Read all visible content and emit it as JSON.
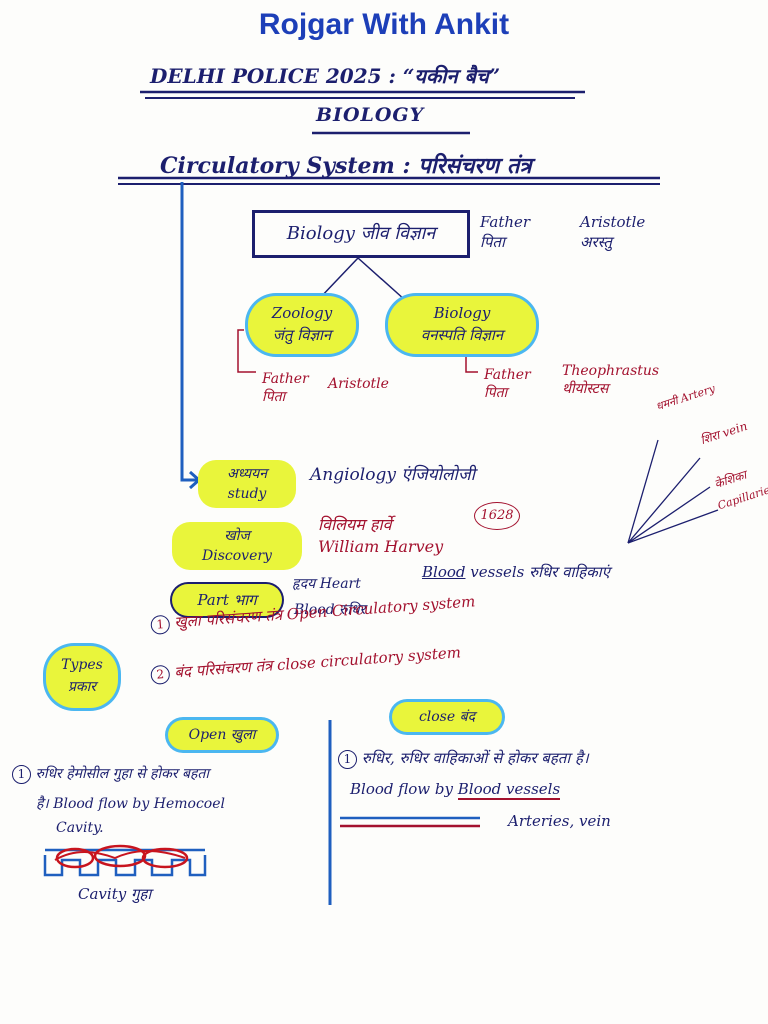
{
  "brand": "Rojgar With Ankit",
  "header": {
    "batch_title": "DELHI POLICE 2025 : “यकीन बैच”",
    "subject": "BIOLOGY",
    "topic": "Circulatory System : परिसंचरण तंत्र"
  },
  "tree": {
    "root": "Biology जीव विज्ञान",
    "root_father": "Father\nपिता",
    "root_father_name": "Aristotle\nअरस्तु",
    "zoology": "Zoology\nजंतु विज्ञान",
    "botany": "Biology\nवनस्पति विज्ञान",
    "zoology_father": "Father\nपिता",
    "zoology_father_name": "Aristotle",
    "botany_father": "Father\nपिता",
    "botany_father_name": "Theophrastus\nथीयोस्टस"
  },
  "study": {
    "label": "अध्ययन\nstudy",
    "value": "Angiology एंजियोलोजी"
  },
  "discovery": {
    "label": "खोज\nDiscovery",
    "value": "विलियम हार्वे\nWilliam Harvey",
    "year": "1628"
  },
  "part": {
    "label": "Part भाग",
    "heart": "हृदय Heart",
    "blood": "Blood रुधिर",
    "vessels_underlined": "Blood",
    "vessels_rest": "vessels रुधिर वाहिकाएं",
    "branches": [
      "धमनी Artery",
      "शिरा vein",
      "केशिका",
      "Capillaries"
    ]
  },
  "types": {
    "label": "Types\nप्रकार",
    "items": [
      {
        "num": "1",
        "text": "खुला परिसंचरण तंत्र Open Circulatory system"
      },
      {
        "num": "2",
        "text": "बंद परिसंचरण तंत्र close circulatory system"
      }
    ]
  },
  "open": {
    "heading": "Open खुला",
    "num": "1",
    "line1": "रुधिर हेमोसील गुहा से होकर बहता",
    "line2": "है। Blood flow by Hemocoel",
    "line3": "Cavity.",
    "caption": "Cavity गुहा"
  },
  "close": {
    "heading": "close बंद",
    "num": "1",
    "line1": "रुधिर, रुधिर वाहिकाओं से होकर बहता है।",
    "line2_plain": "Blood flow by",
    "line2_underlined": "Blood vessels",
    "line3": "Arteries, vein"
  },
  "colors": {
    "brand": "#1d3fb8",
    "ink_navy": "#1c1f6e",
    "ink_maroon": "#a3112e",
    "ink_blue": "#1f5fbf",
    "highlight": "#e9f53b",
    "cloud_outline": "#4bb7f0"
  }
}
